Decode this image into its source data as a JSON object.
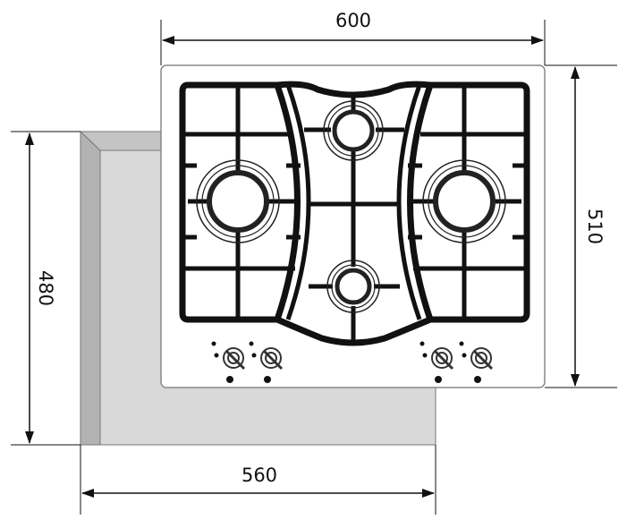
{
  "dimensions": {
    "width_top": "600",
    "depth_right": "510",
    "cutout_depth_left": "480",
    "cutout_width_bottom": "560"
  },
  "colors": {
    "countertop": "#d9d9d9",
    "countertop_side": "#b3b3b3",
    "grate": "#111111",
    "outline": "#888888"
  }
}
